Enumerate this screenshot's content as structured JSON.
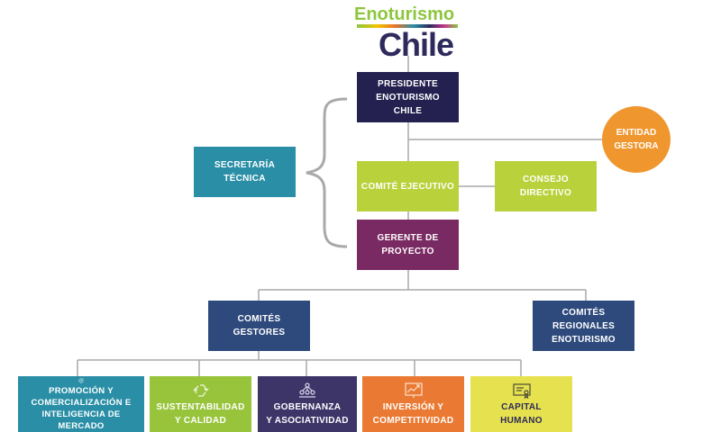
{
  "logo": {
    "line1": "Enoturismo",
    "line2": "Chile"
  },
  "nodes": {
    "presidente": "PRESIDENTE\nENOTURISMO CHILE",
    "entidad": "ENTIDAD\nGESTORA",
    "secretaria": "SECRETARÍA\nTÉCNICA",
    "comite_ejecutivo": "COMITÉ EJECUTIVO",
    "consejo_directivo": "CONSEJO DIRECTIVO",
    "gerente": "GERENTE DE\nPROYECTO",
    "comites_gestores": "COMITÉS\nGESTORES",
    "comites_regionales": "COMITÉS\nREGIONALES\nENOTURISMO",
    "promocion": "PROMOCIÓN Y\nCOMERCIALIZACIÓN E\nINTELIGENCIA DE MERCADO",
    "sustentabilidad": "SUSTENTABILIDAD\nY CALIDAD",
    "gobernanza": "GOBERNANZA\nY ASOCIATIVIDAD",
    "inversion": "INVERSIÓN Y\nCOMPETITIVIDAD",
    "capital": "CAPITAL\nHUMANO"
  },
  "colors": {
    "navy": "#24204f",
    "orange": "#f0962e",
    "teal": "#2a8fa6",
    "lime": "#b9d13a",
    "plum": "#7a2a62",
    "blue": "#2e4a7c",
    "green": "#98c43c",
    "purple": "#3d3468",
    "orange2": "#ea7a33",
    "yellow": "#e6e14e",
    "line": "#a9a9a9"
  },
  "icons": {
    "promocion": "target-icon",
    "sustentabilidad": "recycle-icon",
    "gobernanza": "people-network-icon",
    "inversion": "growth-chart-icon",
    "capital": "certificate-icon"
  }
}
